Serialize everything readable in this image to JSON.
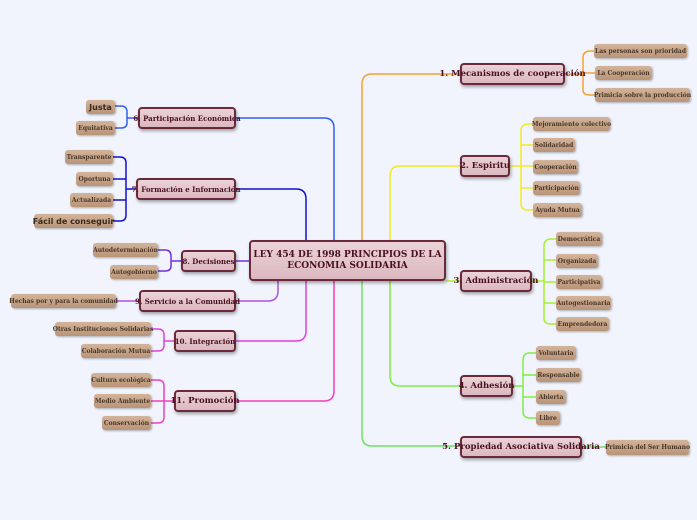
{
  "center": "LEY 454 DE 1998 PRINCIPIOS DE LA ECONOMIA SOLIDARIA",
  "branches": [
    {
      "title": "1. Mecanismos de cooperación",
      "color": "#f7a030",
      "items": [
        "Las personas son prioridad",
        "La Cooperación",
        "Primicia sobre la producción"
      ]
    },
    {
      "title": "2. Espiritu",
      "color": "#f2ea20",
      "items": [
        "Mejoramiento colectivo",
        "Solidaridad",
        "Cooperación",
        "Participación",
        "Ayuda Mutua"
      ]
    },
    {
      "title": "3. Administración",
      "color": "#a8f030",
      "items": [
        "Democrática",
        "Organizada",
        "Participativa",
        "Autogestionaria",
        "Emprendedora"
      ]
    },
    {
      "title": "4. Adhesión",
      "color": "#80ee40",
      "items": [
        "Voluntaria",
        "Responsable",
        "Abierta",
        "Libre"
      ]
    },
    {
      "title": "5. Propiedad Asociativa Solidaria",
      "color": "#70e060",
      "items": [
        "Primicia del Ser Humano"
      ]
    },
    {
      "title": "6. Participación Económica",
      "color": "#3060f0",
      "items": [
        "Justa",
        "Equitativa"
      ]
    },
    {
      "title": "7. Formación e Información",
      "color": "#1010d0",
      "items": [
        "Transparente",
        "Oportuna",
        "Actualizada",
        "Fácil de conseguir"
      ]
    },
    {
      "title": "8. Decisiones",
      "color": "#7030e0",
      "items": [
        "Autodeterminación",
        "Autogobierno"
      ]
    },
    {
      "title": "9. Servicio a la Comunidad",
      "color": "#b050e0",
      "items": [
        "Hechas por y para la comunidad"
      ]
    },
    {
      "title": "10. Integración",
      "color": "#e040e0",
      "items": [
        "Otras Instituciones Solidarias",
        "Colaboración Mutua"
      ]
    },
    {
      "title": "11. Promoción",
      "color": "#f040c0",
      "items": [
        "Cultura ecológica",
        "Medio Ambiente",
        "Conservación"
      ]
    }
  ]
}
